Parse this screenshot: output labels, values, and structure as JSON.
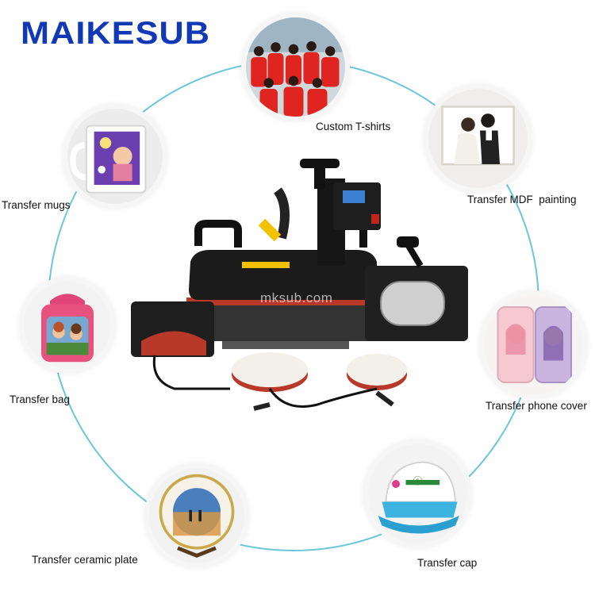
{
  "brand": {
    "name": "MAIKESUB",
    "color": "#1239b5"
  },
  "watermark": "mksub.com",
  "colors": {
    "ring": "#6cc6da",
    "tshirt_red": "#e0241f",
    "machine_black": "#1b1b1b",
    "pad_red": "#b8382a"
  },
  "items": [
    {
      "label": "Custom T-shirts",
      "icon": "tshirt-group-photo"
    },
    {
      "label": "Transfer MDF  painting",
      "icon": "wedding-couple-photo"
    },
    {
      "label": "Transfer phone cover",
      "icon": "phone-case"
    },
    {
      "label": "Transfer cap",
      "icon": "trucker-cap"
    },
    {
      "label": "Transfer ceramic plate",
      "icon": "ceramic-plate"
    },
    {
      "label": "Transfer bag",
      "icon": "backpack"
    },
    {
      "label": "Transfer mugs",
      "icon": "mug"
    }
  ]
}
